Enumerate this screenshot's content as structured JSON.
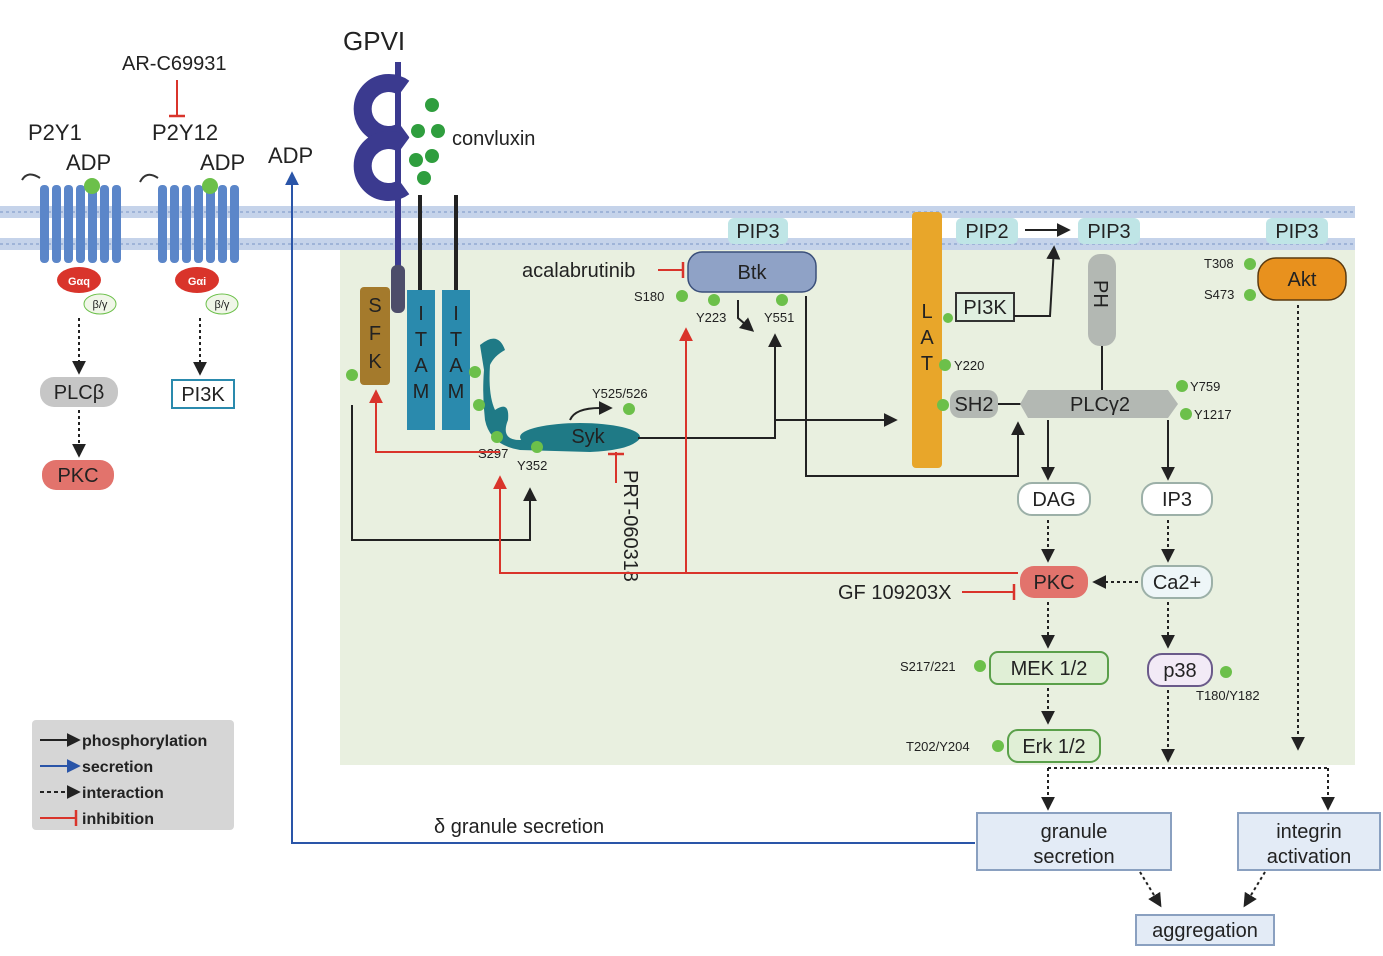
{
  "receptors": {
    "p2y1": "P2Y1",
    "p2y12": "P2Y12",
    "adp_1": "ADP",
    "adp_2": "ADP",
    "adp_3": "ADP",
    "gaq": "Gαq",
    "gai": "Gαi",
    "beta_gamma_1": "β/γ",
    "beta_gamma_2": "β/γ",
    "plcb": "PLCβ",
    "pkc_left": "PKC",
    "pi3k_left": "PI3K"
  },
  "inhibitors": {
    "ar": "AR-C69931",
    "acalabrutinib": "acalabrutinib",
    "prt": "PRT-060318",
    "gf": "GF 109203X"
  },
  "gpvi": {
    "label": "GPVI",
    "ligand": "convluxin"
  },
  "membrane": {
    "pip3_btk": "PIP3",
    "pip2": "PIP2",
    "pip3_mid": "PIP3",
    "pip3_akt": "PIP3"
  },
  "nodes": {
    "sfk": [
      "S",
      "F",
      "K"
    ],
    "itam": [
      "I",
      "T",
      "A",
      "M"
    ],
    "syk": "Syk",
    "btk": "Btk",
    "lat": [
      "L",
      "A",
      "T"
    ],
    "pi3k": "PI3K",
    "ph": "PH",
    "sh2": "SH2",
    "plcg2": "PLCγ2",
    "akt": "Akt",
    "dag": "DAG",
    "ip3": "IP3",
    "pkc": "PKC",
    "ca": "Ca2+",
    "mek": "MEK 1/2",
    "p38": "p38",
    "erk": "Erk 1/2",
    "granule": [
      "granule",
      "secretion"
    ],
    "integrin": [
      "integrin",
      "activation"
    ],
    "aggregation": "aggregation",
    "dgranule": "δ granule secretion"
  },
  "sites": {
    "s297": "S297",
    "y352": "Y352",
    "y525": "Y525/526",
    "s180": "S180",
    "y223": "Y223",
    "y551": "Y551",
    "y220": "Y220",
    "y759": "Y759",
    "y1217": "Y1217",
    "t308": "T308",
    "s473": "S473",
    "s217": "S217/221",
    "t180": "T180/Y182",
    "t202": "T202/Y204"
  },
  "legend": {
    "phos": "phosphorylation",
    "sec": "secretion",
    "inter": "interaction",
    "inhib": "inhibition"
  },
  "colors": {
    "membrane": "#c5d3ea",
    "receptor": "#5b86c9",
    "gpvi": "#3b3a8f",
    "itam": "#2a8aad",
    "sfk": "#a47a2c",
    "lat": "#e8a62a",
    "syk": "#1f7a86",
    "green_p": "#6cc04a",
    "pkc_red": "#e2736c",
    "akt_orange": "#e8911e",
    "inhibition": "#d9342b",
    "secretion": "#2a55a8",
    "cytoplasm": "#e9f0e0"
  }
}
